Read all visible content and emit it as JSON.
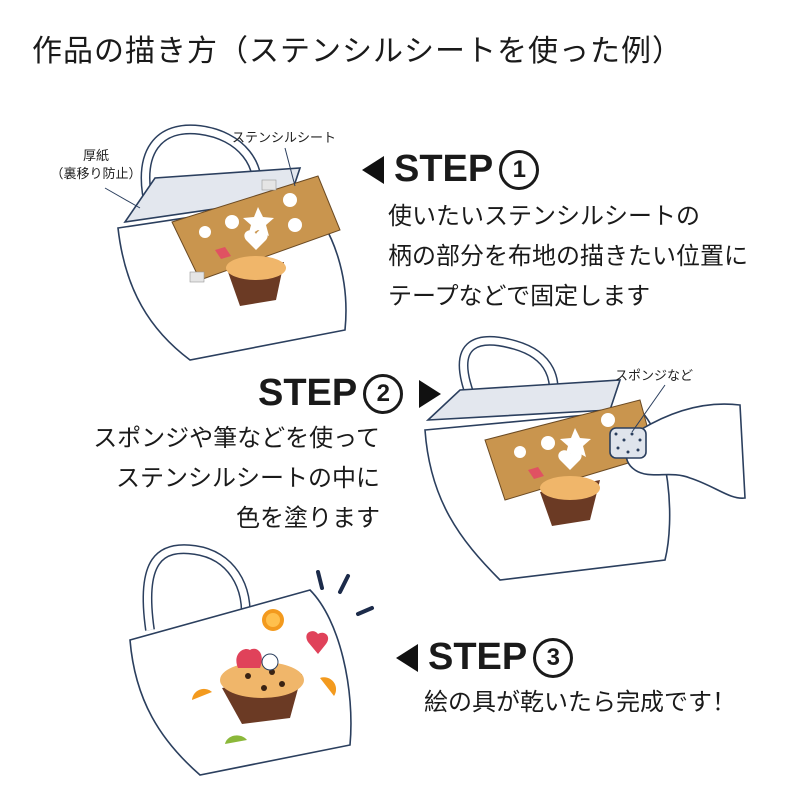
{
  "title": "作品の描き方（ステンシルシートを使った例）",
  "step1": {
    "head": "STEP",
    "num": "1",
    "lines": [
      "使いたいステンシルシートの",
      "柄の部分を布地の描きたい位置に",
      "テープなどで固定します"
    ],
    "label_stencil": "ステンシルシート",
    "label_board_line1": "厚紙",
    "label_board_line2": "（裏移り防止）"
  },
  "step2": {
    "head": "STEP",
    "num": "2",
    "lines": [
      "スポンジや筆などを使って",
      "ステンシルシートの中に",
      "色を塗ります"
    ],
    "label_sponge": "スポンジなど"
  },
  "step3": {
    "head": "STEP",
    "num": "3",
    "lines": [
      "絵の具が乾いたら完成です！"
    ]
  },
  "colors": {
    "stencil": "#c9954e",
    "outline": "#2b3f5e",
    "cupcake_wrap": "#6b3a24",
    "cupcake_top": "#f0b66a",
    "strawberry": "#e0425a",
    "orange": "#f39a1e",
    "kiwi": "#8bb83a",
    "accent_dark": "#1c2b4a"
  }
}
